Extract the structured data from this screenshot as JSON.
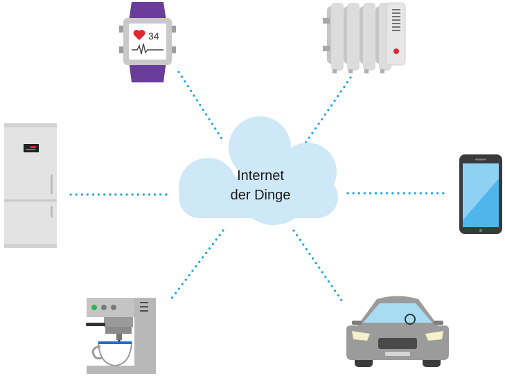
{
  "cloud": {
    "line1": "Internet",
    "line2": "der Dinge"
  },
  "watch": {
    "value": "34"
  },
  "colors": {
    "dots": "#1aa7e0",
    "cloud": "#cfe8f8",
    "watch_band": "#6a3d9a",
    "heart": "#e0262b",
    "radiator_knob": "#e0262b",
    "phone_screen": "#4fb6ec",
    "car_body": "#9b9b9b",
    "appliance_gray": "#bdbdbd",
    "coffee_blue": "#1f6fd1",
    "status_green": "#33b34a"
  },
  "icons": [
    "smartwatch-icon",
    "radiator-icon",
    "refrigerator-icon",
    "smartphone-icon",
    "coffee-machine-icon",
    "car-icon",
    "cloud-icon"
  ]
}
